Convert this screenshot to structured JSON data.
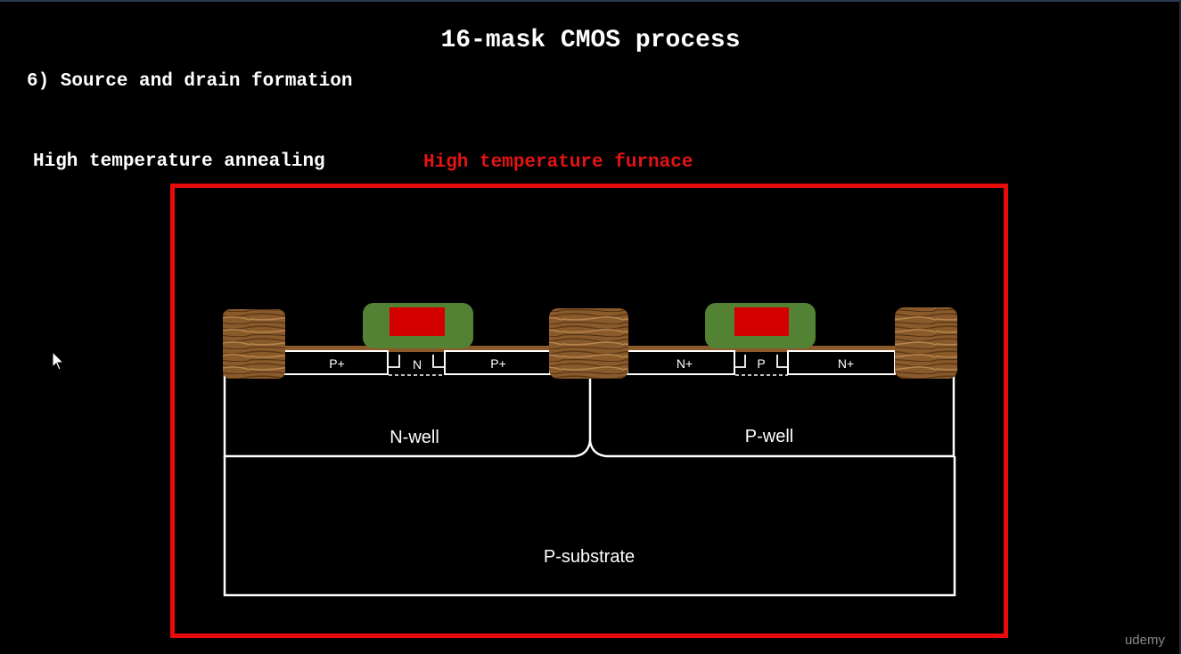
{
  "title": "16-mask CMOS process",
  "step": "6) Source and drain formation",
  "process_label": "High temperature annealing",
  "furnace_label": "High temperature furnace",
  "regions": {
    "pmos_source": "P+",
    "pmos_body": "N",
    "pmos_drain": "P+",
    "nmos_source": "N+",
    "nmos_body": "P",
    "nmos_drain": "N+",
    "n_well": "N-well",
    "p_well": "P-well",
    "substrate": "P-substrate"
  },
  "watermark": "udemy",
  "colors": {
    "furnace": "#e80b0b",
    "gate_poly": "#d40000",
    "spacer": "#548235",
    "field_oxide": "#8b5a2b",
    "outline": "#ffffff"
  }
}
